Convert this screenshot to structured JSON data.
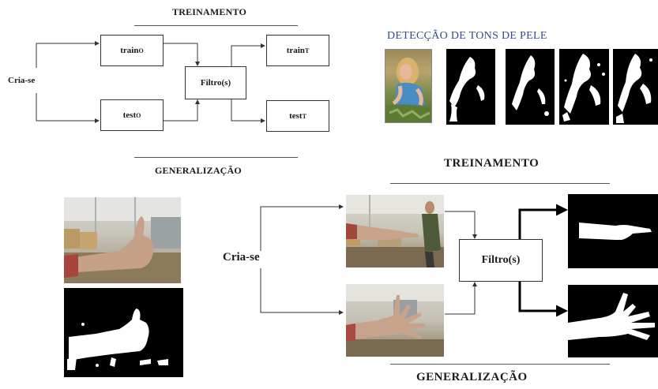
{
  "diagram1": {
    "heading_top": "TREINAMENTO",
    "heading_bottom": "GENERALIZAÇÃO",
    "source_label": "Cria-se",
    "nodes": {
      "train_o": {
        "base": "train",
        "sub": "O"
      },
      "test_o": {
        "base": "test",
        "sub": "O"
      },
      "filter": "Filtro(s)",
      "train_t": {
        "base": "train",
        "sub": "T"
      },
      "test_t": {
        "base": "test",
        "sub": "T"
      }
    }
  },
  "skin_detection": {
    "title": "DETECÇÃO DE TONS DE PELE"
  },
  "diagram2": {
    "heading_top": "TREINAMENTO",
    "heading_bottom": "GENERALIZAÇÃO",
    "source_label": "Cria-se",
    "filter": "Filtro(s)"
  },
  "colors": {
    "title_blue": "#2f4c8c",
    "line": "#333333",
    "mask_bg": "#000000",
    "mask_fg": "#ffffff"
  }
}
